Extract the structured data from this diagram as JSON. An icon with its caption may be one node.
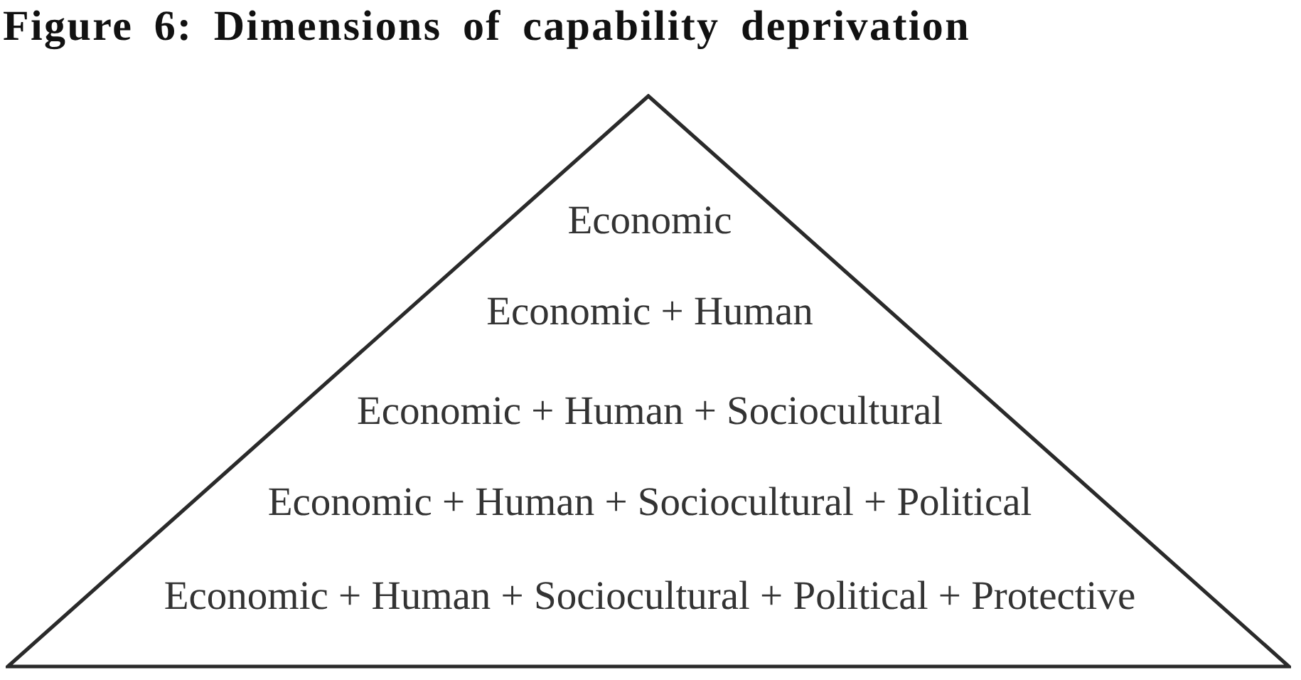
{
  "diagram": {
    "title": "Figure 6: Dimensions of capability deprivation",
    "nodes": [
      {
        "text": [
          "Economic",
          "Economic + Human",
          "Economic + Human + Sociocultural",
          "Economic + Human + Sociocultural + Political",
          "Economic + Human + Sociocultural + Political + Protective"
        ]
      }
    ]
  }
}
